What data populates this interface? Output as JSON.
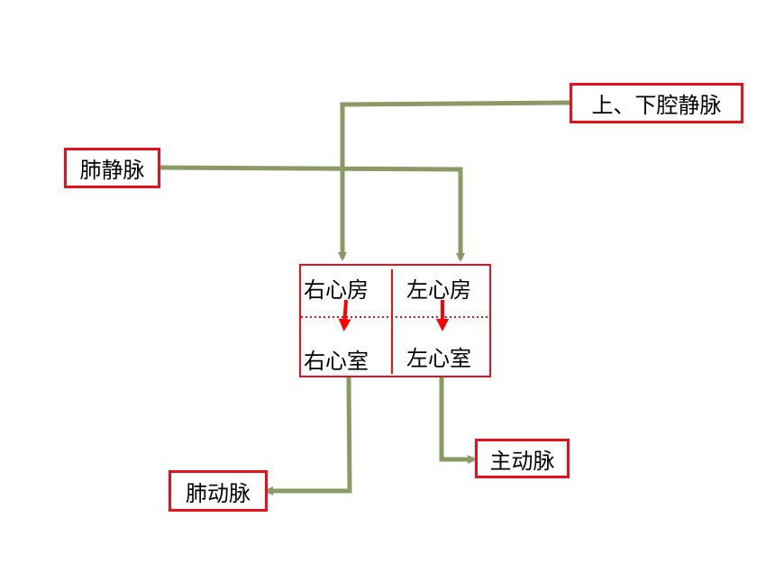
{
  "labels": {
    "vena_cava": "上、下腔静脉",
    "pulmonary_vein": "肺静脉",
    "pulmonary_artery": "肺动脉",
    "aorta": "主动脉"
  },
  "heart": {
    "right_atrium": "右心房",
    "left_atrium": "左心房",
    "right_ventricle": "右心室",
    "left_ventricle": "左心室"
  },
  "colors": {
    "arrow": "#8a9a63",
    "box_border": "#e8101c",
    "inner_arrow": "#ff0000"
  }
}
